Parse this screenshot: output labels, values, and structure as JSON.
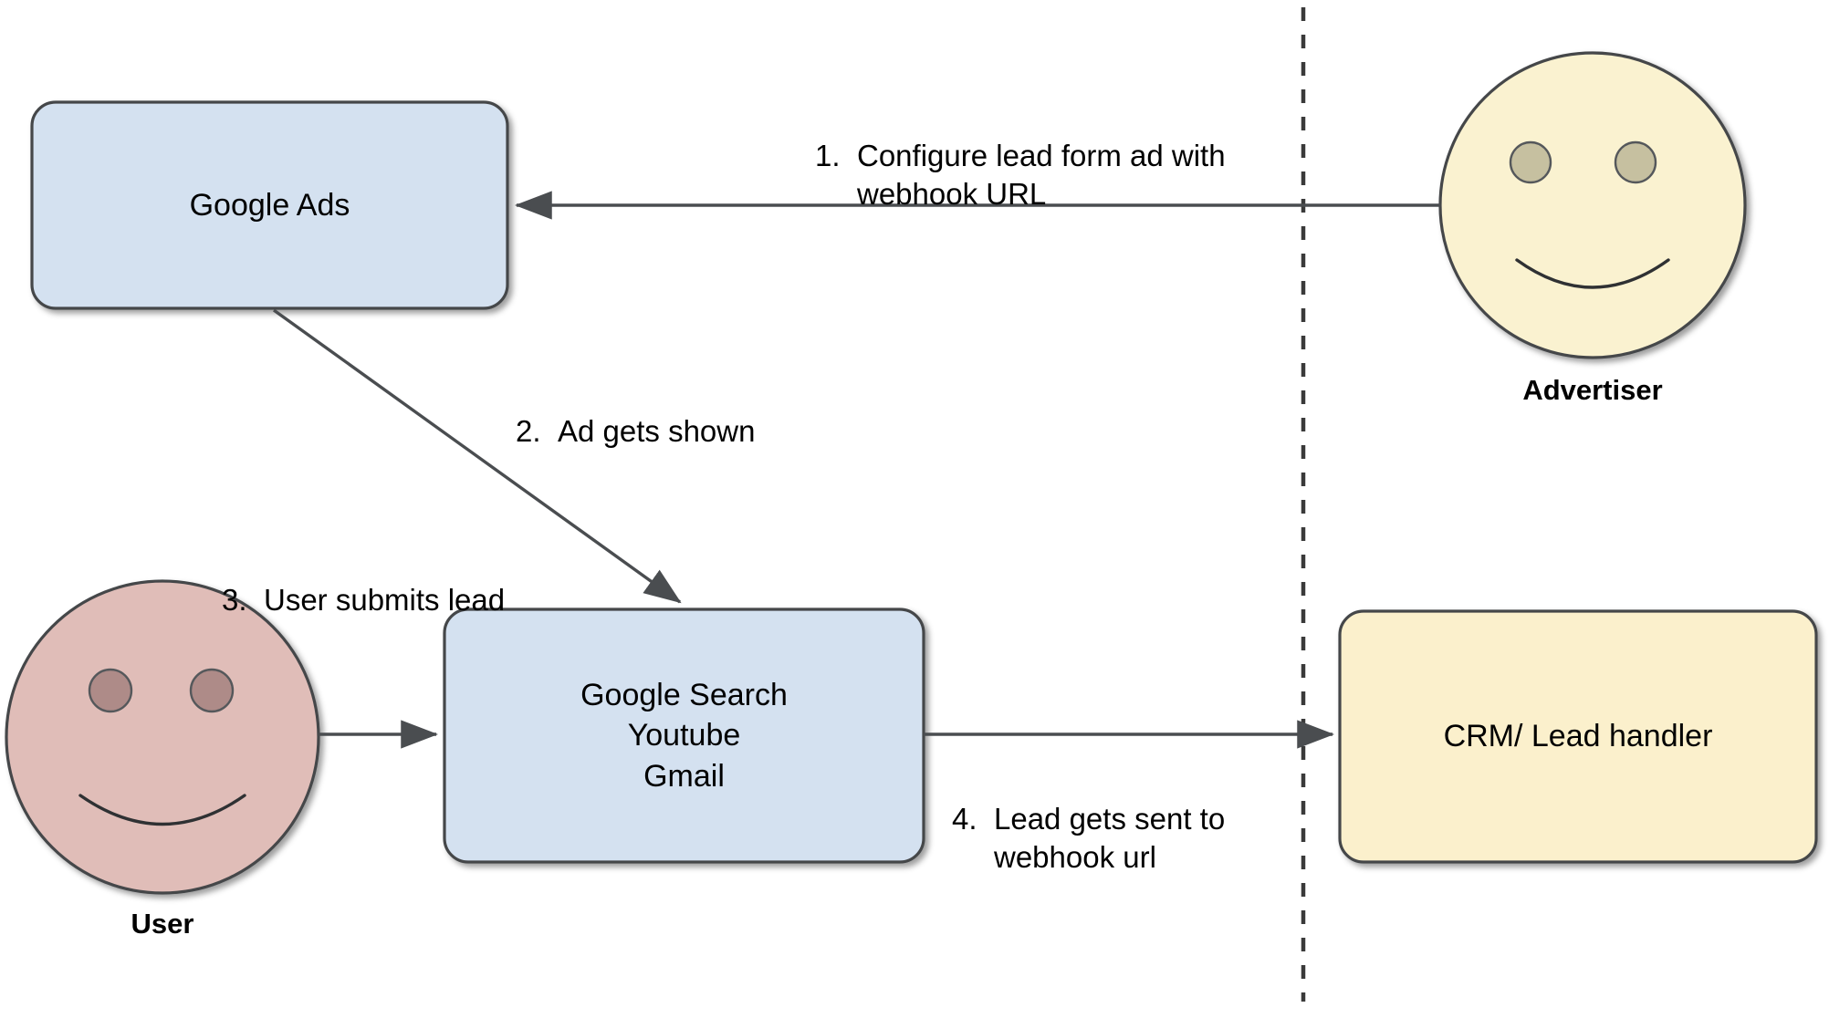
{
  "diagram": {
    "title": "Google Ads lead form webhook flow",
    "background_color": "#ffffff",
    "boundary": {
      "name": "vertical-dashed-divider",
      "style": "dashed",
      "color": "#3a3a3a"
    }
  },
  "nodes": {
    "google_ads": {
      "label": "Google Ads",
      "shape": "rounded-rectangle",
      "fill": "#D4E1F0",
      "stroke": "#44474a"
    },
    "platforms": {
      "label": "Google Search\nYoutube\nGmail",
      "lines": [
        "Google Search",
        "Youtube",
        "Gmail"
      ],
      "shape": "rounded-rectangle",
      "fill": "#D4E1F0",
      "stroke": "#44474a"
    },
    "crm": {
      "label": "CRM/ Lead handler",
      "shape": "rounded-rectangle",
      "fill": "#FBF0CC",
      "stroke": "#44474a"
    },
    "advertiser": {
      "caption": "Advertiser",
      "shape": "actor-smiley-circle",
      "fill": "#FAF2D0",
      "stroke": "#44474a",
      "eye_fill": "#C6C0A0"
    },
    "user": {
      "caption": "User",
      "shape": "actor-smiley-circle",
      "fill": "#E0BDB8",
      "stroke": "#44474a",
      "eye_fill": "#AE8B88"
    }
  },
  "edges": [
    {
      "id": "e1",
      "number": "1.",
      "text": "Configure lead form ad with\nwebhook URL",
      "line1": "Configure lead form ad with",
      "line2": "webhook URL",
      "from": "advertiser",
      "to": "google_ads",
      "direction": "right-to-left"
    },
    {
      "id": "e2",
      "number": "2.",
      "text": "Ad gets shown",
      "line1": "Ad gets shown",
      "line2": "",
      "from": "google_ads",
      "to": "platforms",
      "direction": "diagonal-down-right"
    },
    {
      "id": "e3",
      "number": "3.",
      "text": "User submits lead",
      "line1": "User submits lead",
      "line2": "",
      "from": "user",
      "to": "platforms",
      "direction": "left-to-right"
    },
    {
      "id": "e4",
      "number": "4.",
      "text": "Lead gets sent to\nwebhook url",
      "line1": "Lead gets sent to",
      "line2": "webhook url",
      "from": "platforms",
      "to": "crm",
      "direction": "left-to-right"
    }
  ]
}
